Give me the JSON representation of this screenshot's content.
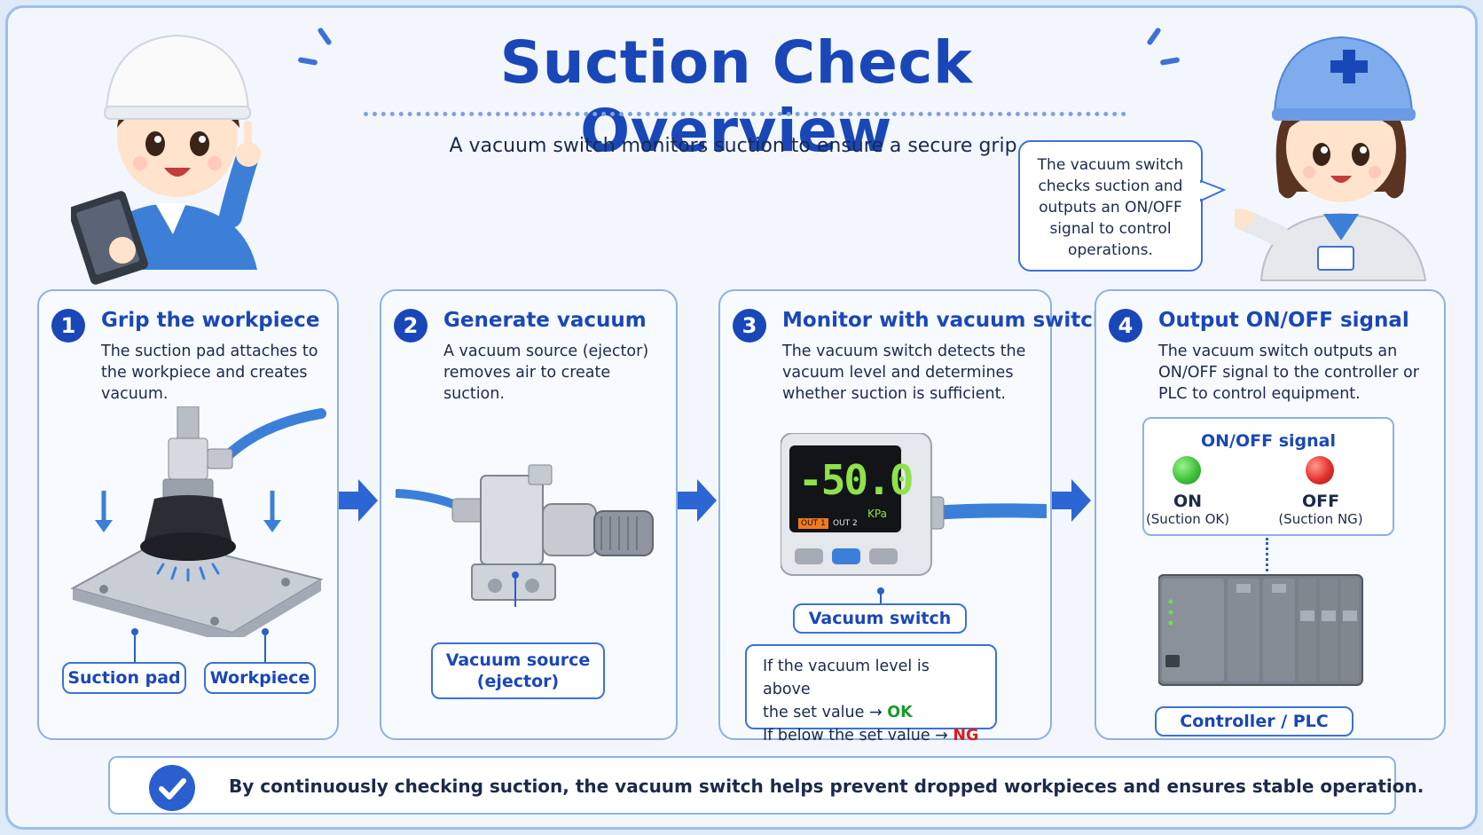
{
  "title": "Suction Check Overview",
  "subtitle": "A vacuum switch monitors suction to ensure a secure grip.",
  "speech_bubble": "The vacuum switch checks suction and outputs an ON/OFF signal to control operations.",
  "steps": [
    {
      "number": "1",
      "title": "Grip the workpiece",
      "description": "The suction pad attaches to the workpiece and creates vacuum.",
      "labels": [
        "Suction pad",
        "Workpiece"
      ]
    },
    {
      "number": "2",
      "title": "Generate vacuum",
      "description": "A vacuum source (ejector) removes air to create suction.",
      "labels": [
        "Vacuum source (ejector)"
      ]
    },
    {
      "number": "3",
      "title": "Monitor with vacuum switch",
      "description": "The vacuum switch detects the vacuum level and determines whether suction is sufficient.",
      "display_value": "-50.0",
      "display_unit": "KPa",
      "display_out1": "OUT 1",
      "display_out2": "OUT 2",
      "labels": [
        "Vacuum switch"
      ],
      "condition_line1": "If the vacuum level is above",
      "condition_line2": "the set value →",
      "condition_ok": "OK",
      "condition_line3": "If below the set value →",
      "condition_ng": "NG"
    },
    {
      "number": "4",
      "title": "Output ON/OFF signal",
      "description": "The vacuum switch outputs an ON/OFF signal to the controller or PLC to control equipment.",
      "signal_title": "ON/OFF signal",
      "on_label": "ON",
      "on_sub": "(Suction OK)",
      "off_label": "OFF",
      "off_sub": "(Suction NG)",
      "labels": [
        "Controller / PLC"
      ]
    }
  ],
  "footer": "By continuously checking suction, the vacuum switch helps prevent dropped workpieces and ensures stable operation.",
  "colors": {
    "accent": "#1a47b8",
    "border": "#8cb1e6",
    "ok": "#1a9a2a",
    "ng": "#d91e1e",
    "lamp_on": "#3fc23a",
    "lamp_off": "#e2302c"
  },
  "icons": [
    "worker-boy-icon",
    "worker-girl-icon",
    "suction-pad-icon",
    "ejector-icon",
    "vacuum-switch-icon",
    "plc-icon",
    "arrow-right-icon",
    "checkmark-icon"
  ]
}
